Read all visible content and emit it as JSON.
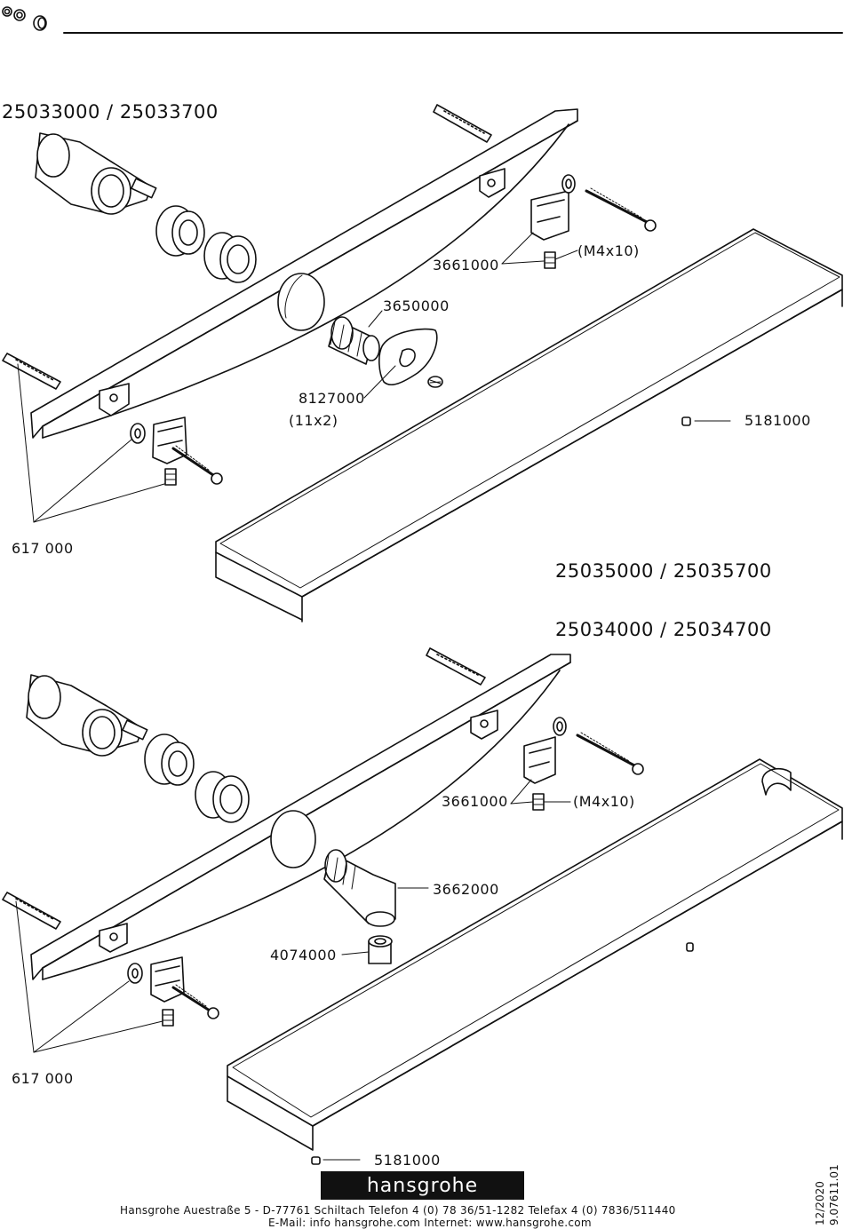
{
  "models": {
    "top": "25033000 / 25033700",
    "middle_1": "25035000 / 25035700",
    "middle_2": "25034000 / 25034700"
  },
  "parts_top": {
    "p3661000": "3661000",
    "m4x10": "(M4x10)",
    "p3650000": "3650000",
    "p8127000": "8127000",
    "p11x2": "(11x2)",
    "p5181000": "5181000",
    "p617000": "617  000"
  },
  "parts_bottom": {
    "p3661000": "3661000",
    "m4x10": "(M4x10)",
    "p3662000": "3662000",
    "p4074000": "4074000",
    "p617000": "617  000",
    "p5181000": "5181000"
  },
  "brand": "hansgrohe",
  "footer": {
    "line1": "Hansgrohe   Auestraße 5 -     D-77761 Schiltach   Telefon   4   (0)  78 36/51-1282   Telefax   4   (0)  7836/511440",
    "line2": "E-Mail: info   hansgrohe.com    Internet: www.hansgrohe.com"
  },
  "side": {
    "date": "12/2020",
    "doc": "9.07611.01"
  }
}
